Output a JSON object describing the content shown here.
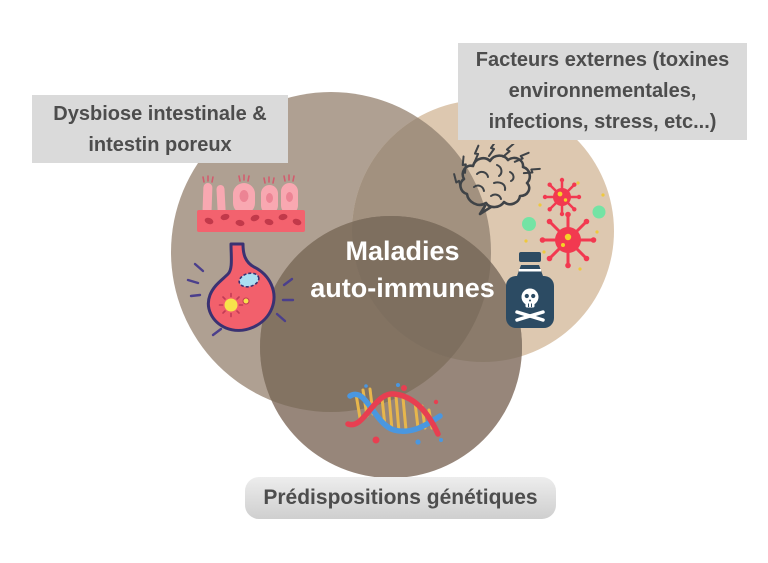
{
  "center": {
    "line1": "Maladies",
    "line2": "auto-immunes",
    "text_color": "#ffffff"
  },
  "venn": {
    "circles": [
      {
        "id": "gut",
        "label": "Dysbiose intestinale & intestin poreux",
        "color": "#AFA092"
      },
      {
        "id": "external",
        "label": "Facteurs externes (toxines environnementales, infections, stress, etc...)",
        "color": "#DDC8B0"
      },
      {
        "id": "genetic",
        "label": "Prédispositions génétiques",
        "color": "#97867A"
      }
    ],
    "overlaps": {
      "gut_external": "#A2917F",
      "gut_genetic": "#837362",
      "external_genetic": "#8B7B6B",
      "center": "#7E6F5F"
    }
  },
  "labels": {
    "dysbiose": {
      "lines": [
        "Dysbiose intestinale &",
        "intestin poreux"
      ],
      "bg": "#DADADA",
      "text_color": "#4D4D4D"
    },
    "facteurs": {
      "lines": [
        "Facteurs externes (toxines",
        "environnementales,",
        "infections, stress, etc...)"
      ],
      "bg": "#DADADA",
      "text_color": "#4D4D4D"
    },
    "genetiques": {
      "text": "Prédispositions génétiques",
      "bg": "#DCDCDC",
      "text_color": "#4D4D4D"
    }
  },
  "icons": [
    {
      "name": "intestinal-villi-icon",
      "circle": "gut"
    },
    {
      "name": "stomach-bacteria-icon",
      "circle": "gut"
    },
    {
      "name": "stressed-brain-icon",
      "circle": "external"
    },
    {
      "name": "virus-small-icon",
      "circle": "external"
    },
    {
      "name": "virus-large-icon",
      "circle": "external"
    },
    {
      "name": "toxin-bottle-icon",
      "circle": "external"
    },
    {
      "name": "dna-helix-icon",
      "circle": "genetic"
    }
  ]
}
